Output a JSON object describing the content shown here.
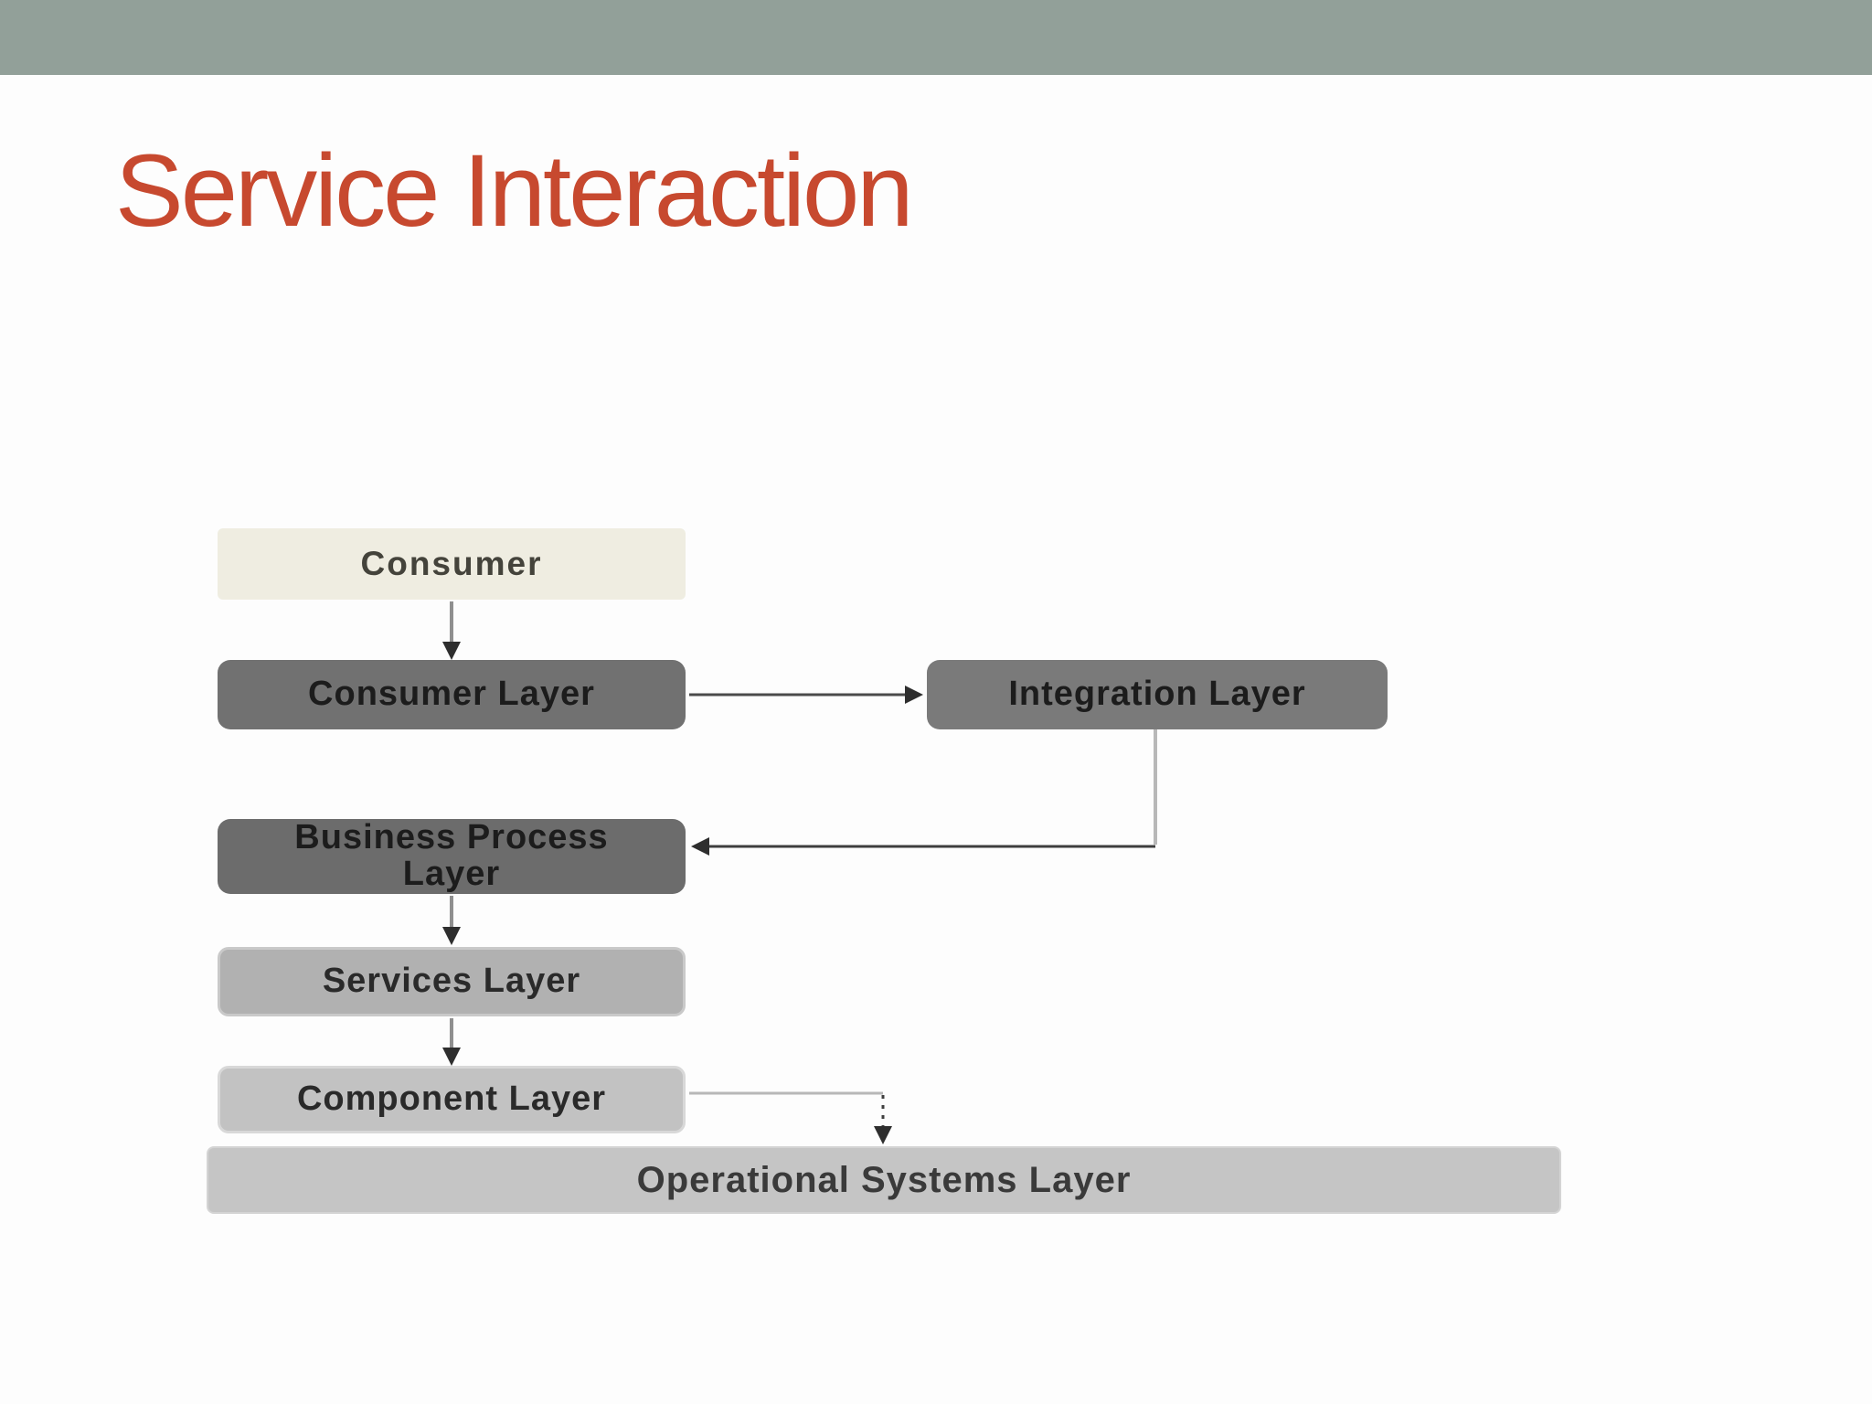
{
  "slide": {
    "title": "Service Interaction",
    "colors": {
      "top_bar": "#92a099",
      "title": "#c7492f",
      "background": "#fdfdfd"
    }
  },
  "diagram": {
    "nodes": [
      {
        "id": "consumer",
        "label": "Consumer",
        "fill": "#efede1",
        "text_color": "#44433b"
      },
      {
        "id": "consumer-layer",
        "label": "Consumer Layer",
        "fill": "#717171",
        "text_color": "#1c1c1c"
      },
      {
        "id": "integration-layer",
        "label": "Integration Layer",
        "fill": "#7a7a7a",
        "text_color": "#1c1c1c"
      },
      {
        "id": "business-process-layer",
        "label": "Business Process Layer",
        "fill": "#6c6c6c",
        "text_color": "#1c1c1c"
      },
      {
        "id": "services-layer",
        "label": "Services Layer",
        "fill": "#b1b1b1",
        "text_color": "#2a2a2a"
      },
      {
        "id": "component-layer",
        "label": "Component Layer",
        "fill": "#c2c2c2",
        "text_color": "#2a2a2a"
      },
      {
        "id": "operational-systems-layer",
        "label": "Operational Systems Layer",
        "fill": "#c5c5c5",
        "text_color": "#3a3a3a"
      }
    ],
    "connections": [
      {
        "from": "Consumer",
        "to": "Consumer Layer",
        "style": "solid-arrow-down"
      },
      {
        "from": "Consumer Layer",
        "to": "Integration Layer",
        "style": "solid-arrow-right"
      },
      {
        "from": "Integration Layer",
        "to": "Business Process Layer",
        "style": "elbow-arrow-left"
      },
      {
        "from": "Business Process Layer",
        "to": "Services Layer",
        "style": "solid-arrow-down"
      },
      {
        "from": "Services Layer",
        "to": "Component Layer",
        "style": "solid-arrow-down"
      },
      {
        "from": "Component Layer",
        "to": "Operational Systems Layer",
        "style": "elbow-dotted-arrow-down"
      }
    ]
  }
}
